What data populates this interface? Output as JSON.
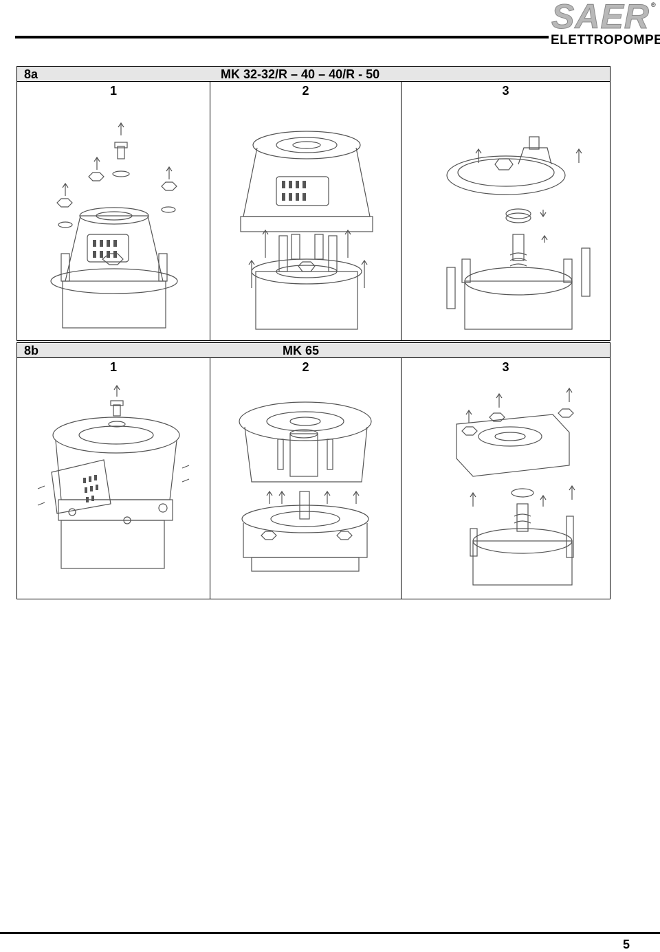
{
  "brand": {
    "name": "SAER",
    "sub": "ELETTROPOMPE",
    "reg": "®"
  },
  "sections": [
    {
      "label": "8a",
      "title": "MK 32-32/R – 40 – 40/R - 50",
      "columns": [
        "1",
        "2",
        "3"
      ]
    },
    {
      "label": "8b",
      "title": "MK 65",
      "columns": [
        "1",
        "2",
        "3"
      ]
    }
  ],
  "page_number": "5",
  "colors": {
    "header_fill": "#e6e6e6",
    "line": "#000000",
    "drawing": "#555555"
  }
}
